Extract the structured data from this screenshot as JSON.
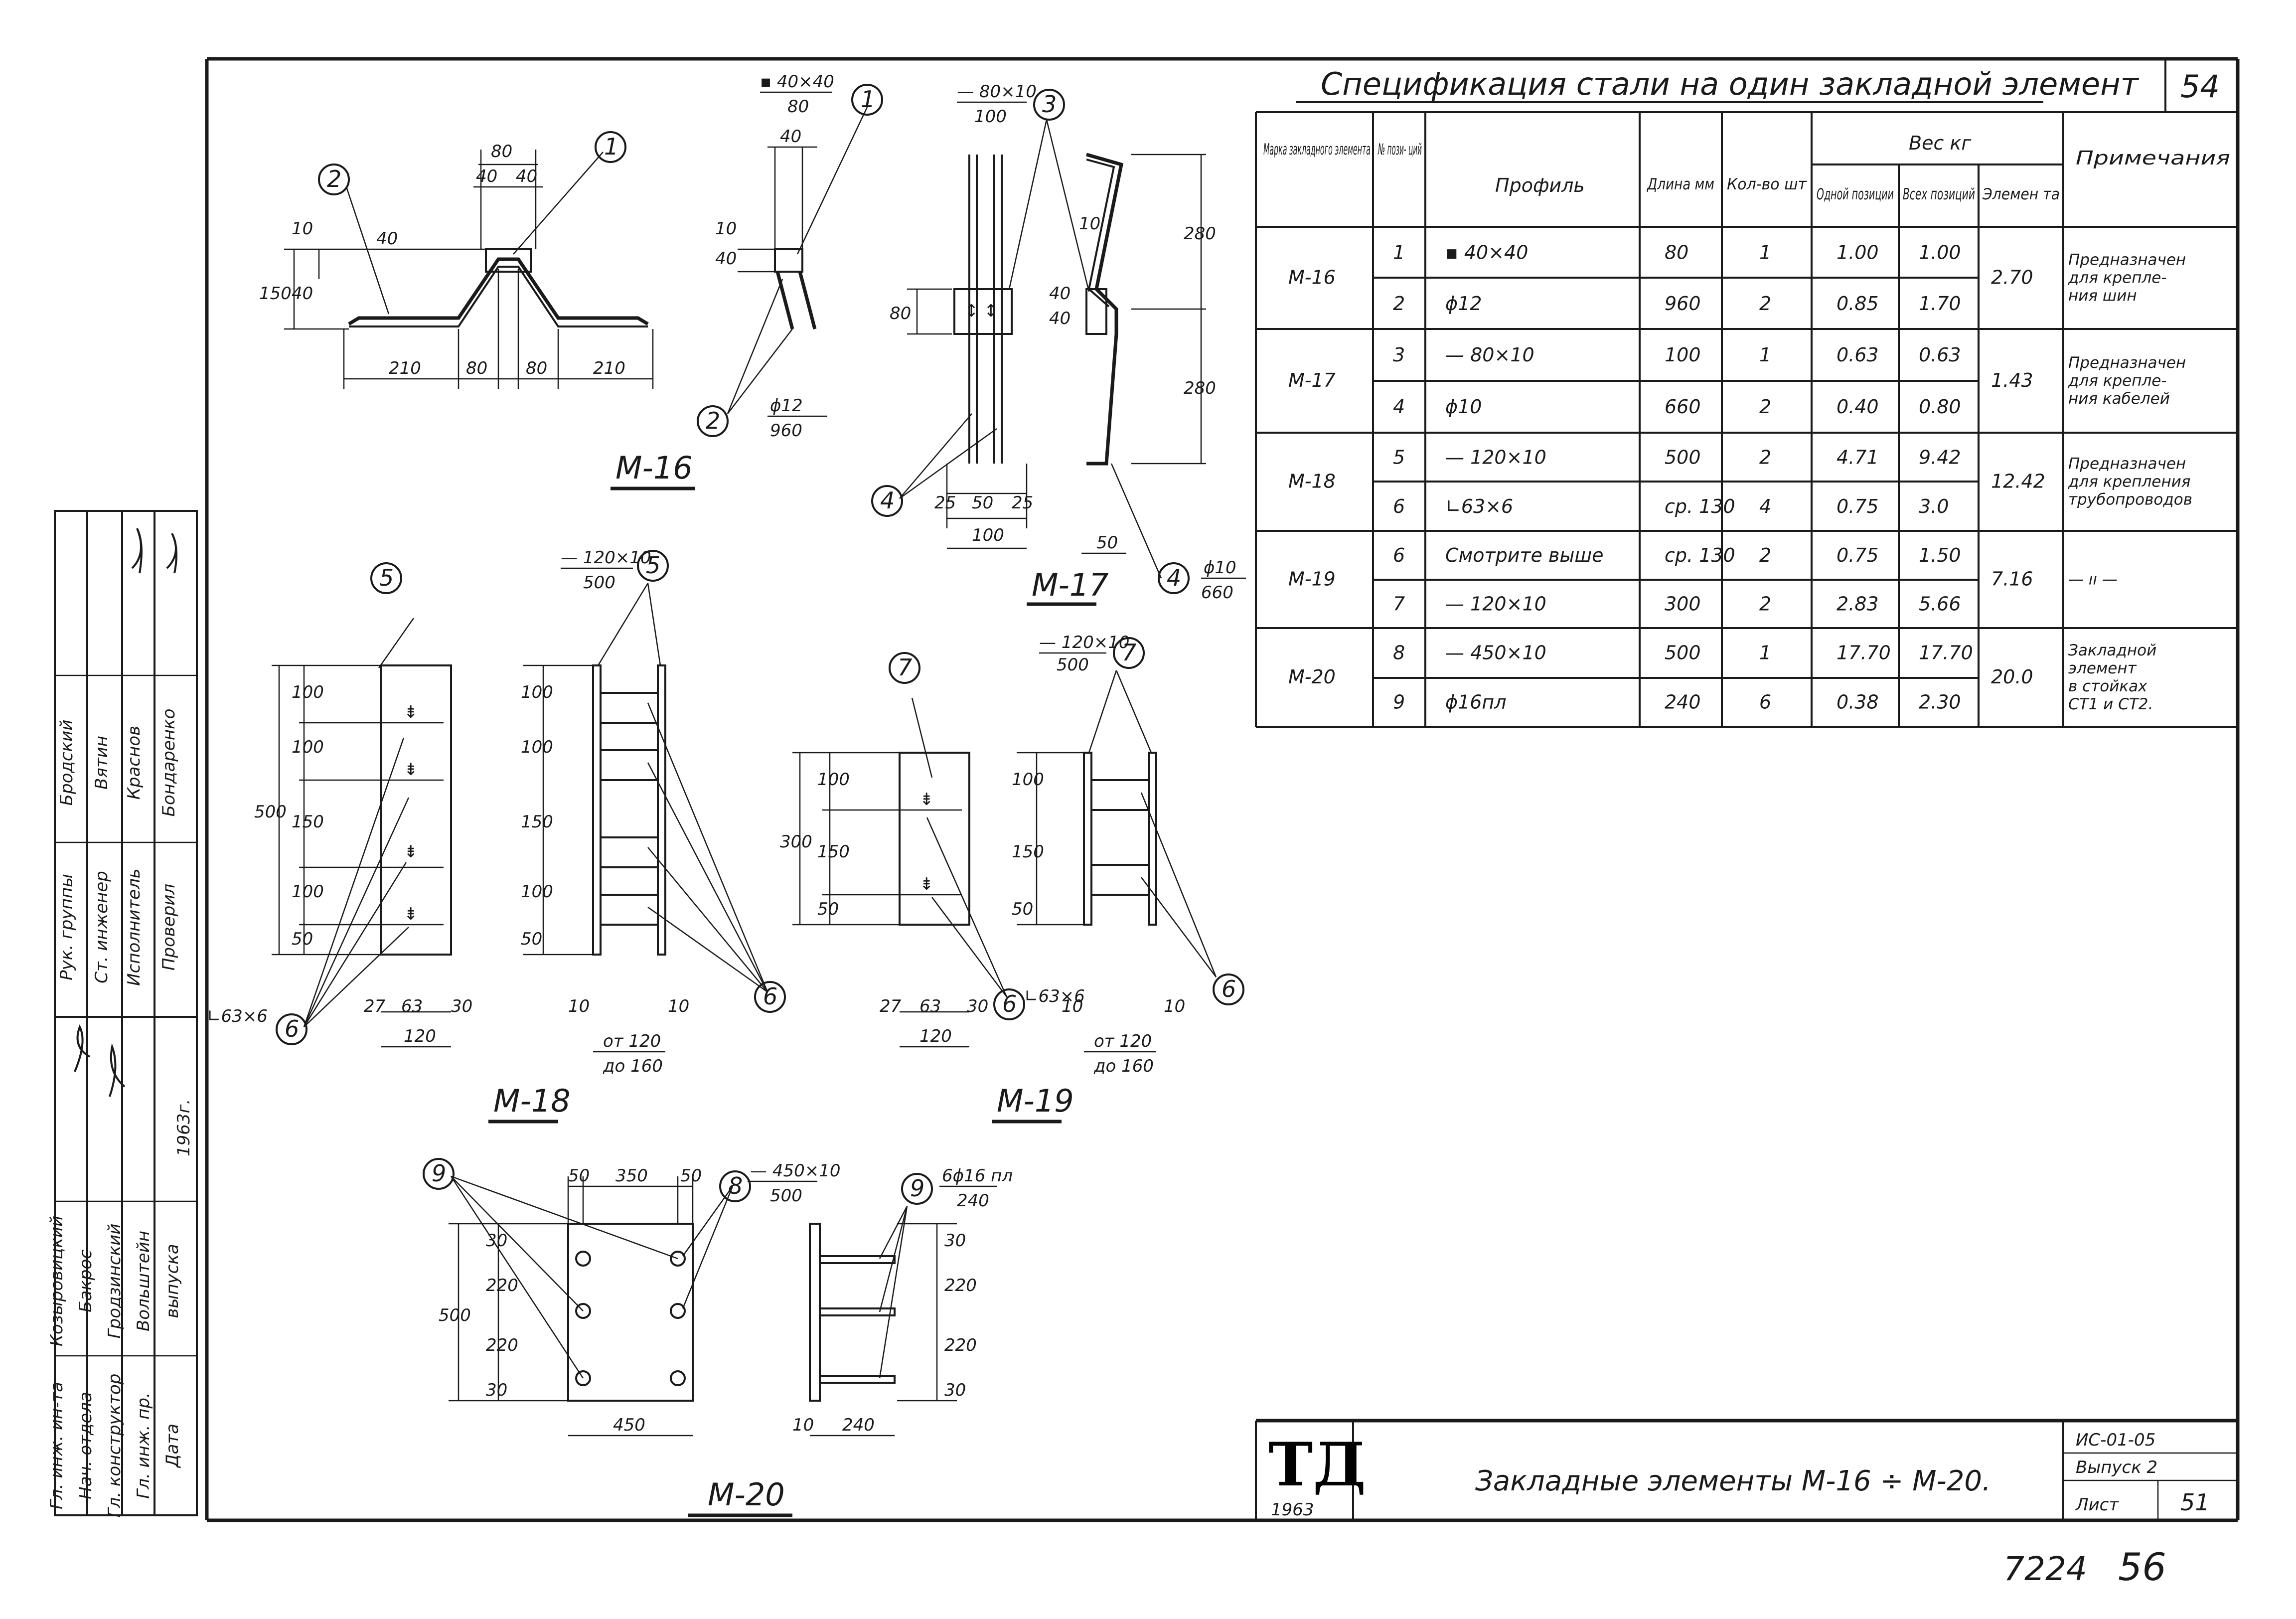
{
  "sheet_number": "54",
  "spec": {
    "title": "Спецификация стали на один закладной элемент",
    "headers": {
      "mark": "Марка закладного элемента",
      "pos": "№ пози- ций",
      "profile": "Профиль",
      "length": "Длина мм",
      "qty": "Кол-во шт",
      "weight": "Вес кг",
      "w_one": "Одной позиции",
      "w_all": "Всех позиций",
      "w_elem": "Элемен та",
      "note": "Примечания"
    },
    "groups": [
      {
        "mark": "М-16",
        "elem": "2.70",
        "note": [
          "Предназначен",
          "для крепле-",
          "ния шин"
        ],
        "rows": [
          {
            "pos": "1",
            "profile": "▪ 40×40",
            "length": "80",
            "qty": "1",
            "one": "1.00",
            "all": "1.00"
          },
          {
            "pos": "2",
            "profile": "ϕ12",
            "length": "960",
            "qty": "2",
            "one": "0.85",
            "all": "1.70"
          }
        ]
      },
      {
        "mark": "М-17",
        "elem": "1.43",
        "note": [
          "Предназначен",
          "для крепле-",
          "ния кабелей"
        ],
        "rows": [
          {
            "pos": "3",
            "profile": "— 80×10",
            "length": "100",
            "qty": "1",
            "one": "0.63",
            "all": "0.63"
          },
          {
            "pos": "4",
            "profile": "ϕ10",
            "length": "660",
            "qty": "2",
            "one": "0.40",
            "all": "0.80"
          }
        ]
      },
      {
        "mark": "М-18",
        "elem": "12.42",
        "note": [
          "Предназначен",
          "для крепления",
          "трубопроводов"
        ],
        "rows": [
          {
            "pos": "5",
            "profile": "— 120×10",
            "length": "500",
            "qty": "2",
            "one": "4.71",
            "all": "9.42"
          },
          {
            "pos": "6",
            "profile": "∟63×6",
            "length": "ср. 130",
            "qty": "4",
            "one": "0.75",
            "all": "3.0"
          }
        ]
      },
      {
        "mark": "М-19",
        "elem": "7.16",
        "note": [
          "— ıı —"
        ],
        "rows": [
          {
            "pos": "6",
            "profile": "Смотрите выше",
            "length": "ср. 130",
            "qty": "2",
            "one": "0.75",
            "all": "1.50"
          },
          {
            "pos": "7",
            "profile": "— 120×10",
            "length": "300",
            "qty": "2",
            "one": "2.83",
            "all": "5.66"
          }
        ]
      },
      {
        "mark": "М-20",
        "elem": "20.0",
        "note": [
          "Закладной",
          "элемент",
          "в стойках",
          "СТ1 и СТ2."
        ],
        "rows": [
          {
            "pos": "8",
            "profile": "— 450×10",
            "length": "500",
            "qty": "1",
            "one": "17.70",
            "all": "17.70"
          },
          {
            "pos": "9",
            "profile": "ϕ16пл",
            "length": "240",
            "qty": "6",
            "one": "0.38",
            "all": "2.30"
          }
        ]
      }
    ]
  },
  "views": {
    "m16": {
      "title": "М-16",
      "dim_80": "80",
      "dim_40a": "40",
      "dim_40b": "40",
      "dim_150": "150",
      "dim_40": "40",
      "dim_10": "10",
      "dim_40c": "40",
      "bottom": [
        "210",
        "80",
        "80",
        "210"
      ],
      "item1_label": "▪ 40×40",
      "item1_len": "80",
      "item2_label": "ϕ12",
      "item2_len": "960",
      "side_40": "40",
      "side_40v": "40",
      "side_10": "10"
    },
    "m17": {
      "title": "М-17",
      "item3_label": "— 80×10",
      "item3_len": "100",
      "dim_80": "80",
      "dim_25a": "25",
      "dim_50": "50",
      "dim_25b": "25",
      "dim_100": "100",
      "dim_280a": "280",
      "dim_280b": "280",
      "dim_10": "10",
      "dim_40a": "40",
      "dim_40b": "40",
      "dim_50b": "50",
      "item4_label": "ϕ10",
      "item4_len": "660"
    },
    "m18": {
      "title": "М-18",
      "item5_label": "— 120×10",
      "item5_len": "500",
      "dims": [
        "100",
        "100",
        "150",
        "100",
        "50"
      ],
      "dim_500": "500",
      "angle": "∟63×6",
      "bottom": [
        "27",
        "63",
        "30"
      ],
      "dim_120": "120",
      "dim_10a": "10",
      "dim_10b": "10",
      "range_a": "от 120",
      "range_b": "до 160"
    },
    "m19": {
      "title": "М-19",
      "item7_label": "— 120×10",
      "item7_len": "500",
      "dims": [
        "100",
        "150",
        "50"
      ],
      "dim_300": "300",
      "angle": "∟63×6",
      "bottom": [
        "27",
        "63",
        "30"
      ],
      "dim_120": "120",
      "dim_10a": "10",
      "dim_10b": "10",
      "range_a": "от 120",
      "range_b": "до 160"
    },
    "m20": {
      "title": "М-20",
      "top": [
        "50",
        "350",
        "50"
      ],
      "dims": [
        "30",
        "220",
        "220",
        "30"
      ],
      "dim_500": "500",
      "dim_450": "450",
      "item8_label": "— 450×10",
      "item8_len": "500",
      "item9_label": "6ϕ16 пл",
      "item9_len": "240",
      "dim_10": "10",
      "dim_240": "240"
    }
  },
  "callouts": [
    "1",
    "2",
    "3",
    "4",
    "5",
    "6",
    "7",
    "8",
    "9"
  ],
  "side_block": {
    "rows": [
      {
        "role": "Рук. группы",
        "name": "Бродский"
      },
      {
        "role": "Ст. инженер",
        "name": "Вятин"
      },
      {
        "role": "Исполнитель",
        "name": "Краснов"
      },
      {
        "role": "Проверил",
        "name": "Бондаренко"
      }
    ],
    "rows2": [
      {
        "role": "Гл. инж. ин-та",
        "name": "Козыровицкий"
      },
      {
        "role": "Нач. отдела",
        "name": "Бакрос"
      },
      {
        "role": "Гл. конструктор",
        "name": "Гродзинский"
      },
      {
        "role": "Гл. инж. пр.",
        "name": "Вольштейн"
      },
      {
        "role": "Дата",
        "name": "выпуска"
      }
    ],
    "year": "1963г."
  },
  "title_block": {
    "logo": "ТД",
    "logo_year": "1963",
    "title": "Закладные элементы М-16 ÷ М-20.",
    "code": "ИС-01-05",
    "issue": "Выпуск 2",
    "sheet_label": "Лист",
    "sheet_value": "51"
  },
  "bottom_numbers": {
    "left": "7224",
    "right": "56"
  }
}
